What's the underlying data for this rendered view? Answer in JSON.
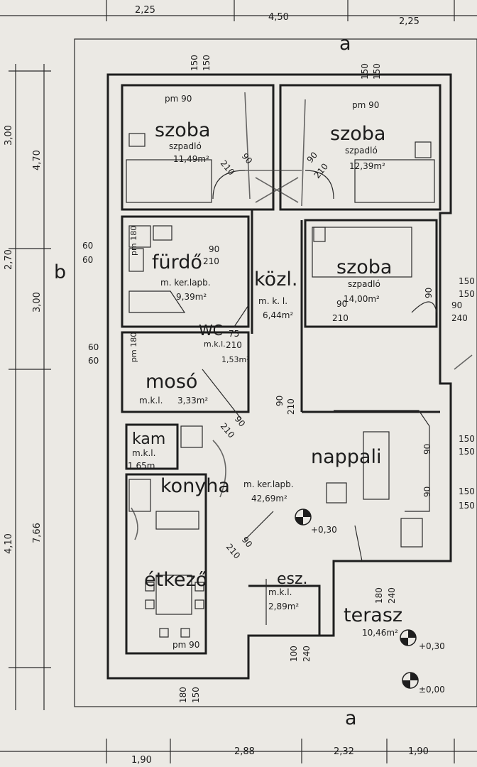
{
  "dims_top": [
    "2,25",
    "4,50",
    "2,25"
  ],
  "dims_bottom": [
    "1,90",
    "2,88",
    "2,32",
    "1,90"
  ],
  "dims_left": [
    "4,70",
    "3,00",
    "3,00",
    "7,66",
    "4,10",
    "2,70"
  ],
  "section_marks": {
    "a_top": "a",
    "a_bottom": "a",
    "b": "b"
  },
  "rooms": {
    "szoba1": {
      "name": "szoba",
      "sub": "szpadló",
      "area": "11,49m²"
    },
    "szoba2": {
      "name": "szoba",
      "sub": "szpadló",
      "area": "12,39m²"
    },
    "szoba3": {
      "name": "szoba",
      "sub": "szpadló",
      "area": "14,00m²"
    },
    "furdo": {
      "name": "fürdő",
      "sub": "m. ker.lapb.",
      "area": "9,39m²"
    },
    "kozl": {
      "name": "közl.",
      "sub": "m. k. l.",
      "area": "6,44m²"
    },
    "wc": {
      "name": "WC",
      "sub": "m.k.l.",
      "area": "1,53m²"
    },
    "moso": {
      "name": "mosó",
      "sub": "m.k.l.",
      "area": "3,33m²"
    },
    "kam": {
      "name": "kam",
      "sub": "m.k.l.",
      "area": "1,65m"
    },
    "konyha": {
      "name": "konyha",
      "sub": "",
      "area": ""
    },
    "nappali": {
      "name": "nappali",
      "sub": "m. ker.lapb.",
      "area": "42,69m²"
    },
    "etkezo": {
      "name": "étkező",
      "sub": "",
      "area": ""
    },
    "esz": {
      "name": "esz.",
      "sub": "m.k.l.",
      "area": "2,89m²"
    },
    "terasz": {
      "name": "terasz",
      "sub": "",
      "area": "10,46m²"
    }
  },
  "openings": {
    "pm90": "pm 90",
    "pm180": "pm 180",
    "d90_210": [
      "90",
      "210"
    ],
    "d75_210": [
      "75",
      "210"
    ],
    "w150_150": [
      "150",
      "150"
    ],
    "w60_60": [
      "60",
      "60"
    ],
    "w180_150": [
      "180",
      "150"
    ],
    "w180_240": [
      "180",
      "240"
    ],
    "w100_240": [
      "100",
      "240"
    ],
    "w90_240": [
      "90",
      "240"
    ],
    "w150_90": [
      "150",
      "90"
    ]
  },
  "levels": {
    "l030": "+0,30",
    "l000": "±0,00"
  }
}
